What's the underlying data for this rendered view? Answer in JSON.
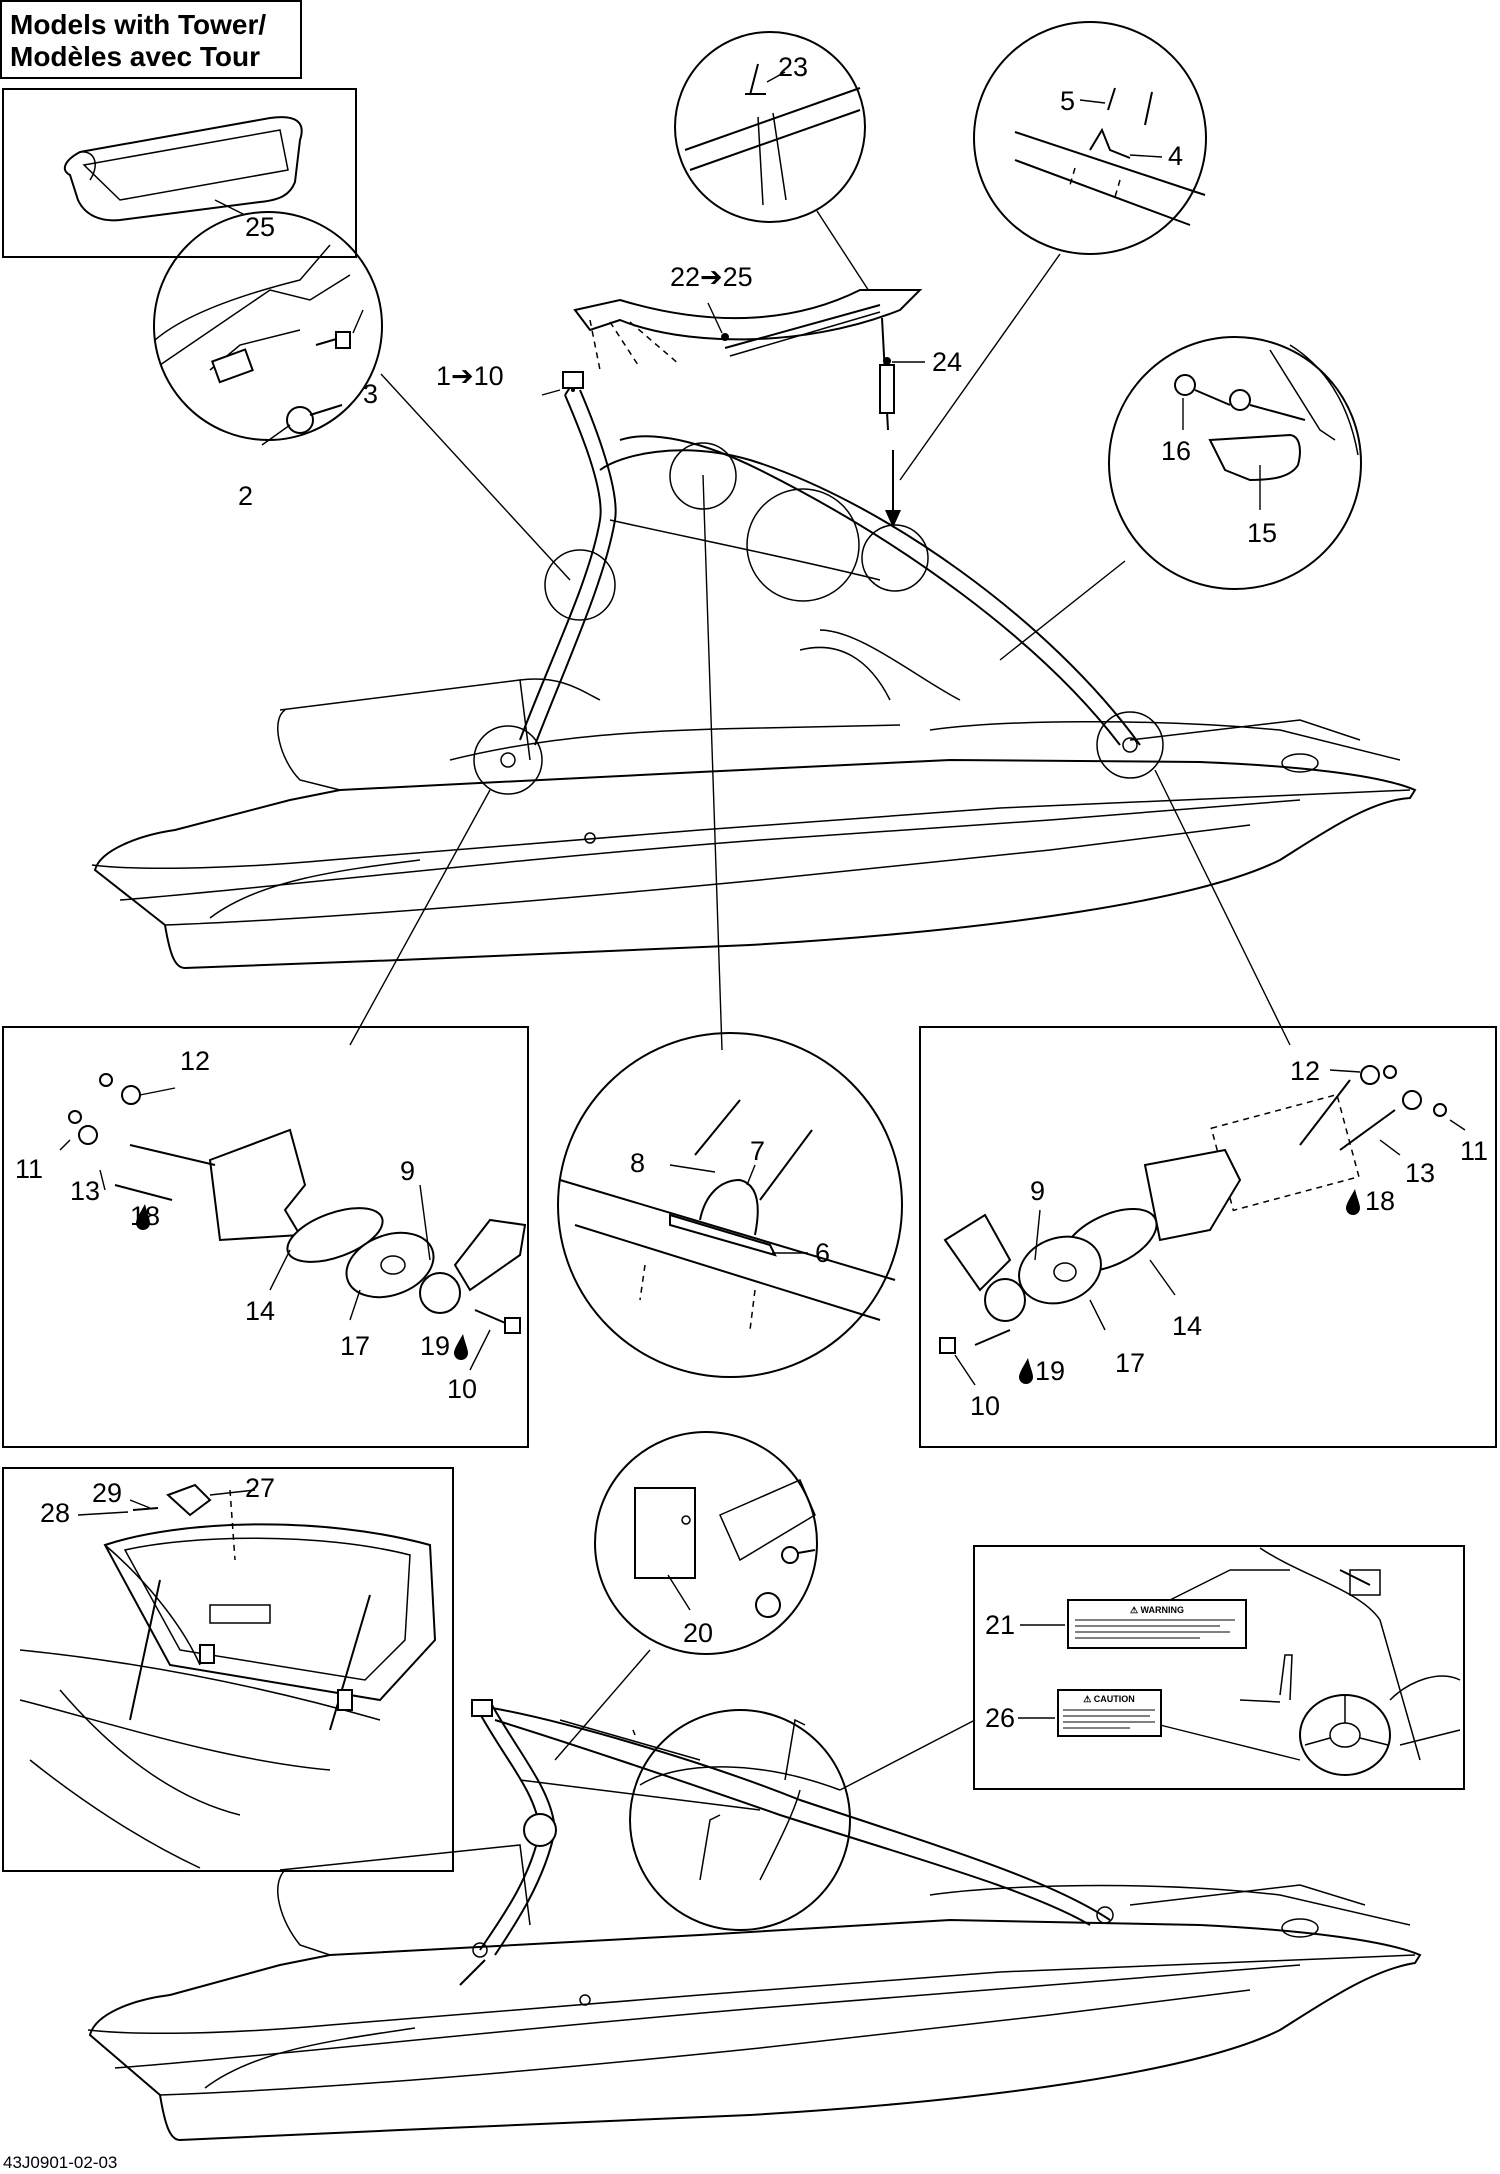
{
  "title": {
    "line1": "Models with Tower/",
    "line2": "Modèles avec Tour"
  },
  "footer_code": "43J0901-02-03",
  "callouts": {
    "c1_10": "1➔10",
    "c2": "2",
    "c3": "3",
    "c4": "4",
    "c5": "5",
    "c22_25": "22➔25",
    "c23": "23",
    "c24": "24",
    "c25": "25",
    "c15": "15",
    "c16": "16",
    "L": {
      "c11": "11",
      "c12": "12",
      "c13": "13",
      "c18": "18",
      "c9": "9",
      "c14": "14",
      "c17": "17",
      "c19": "19",
      "c10": "10"
    },
    "M": {
      "c6": "6",
      "c7": "7",
      "c8": "8"
    },
    "R": {
      "c11": "11",
      "c12": "12",
      "c13": "13",
      "c18": "18",
      "c9": "9",
      "c14": "14",
      "c17": "17",
      "c19": "19",
      "c10": "10"
    },
    "c20": "20",
    "c21": "21",
    "c26": "26",
    "c27": "27",
    "c28": "28",
    "c29": "29"
  },
  "label_text": {
    "warning_header": "⚠ WARNING",
    "caution_header": "⚠ CAUTION"
  }
}
